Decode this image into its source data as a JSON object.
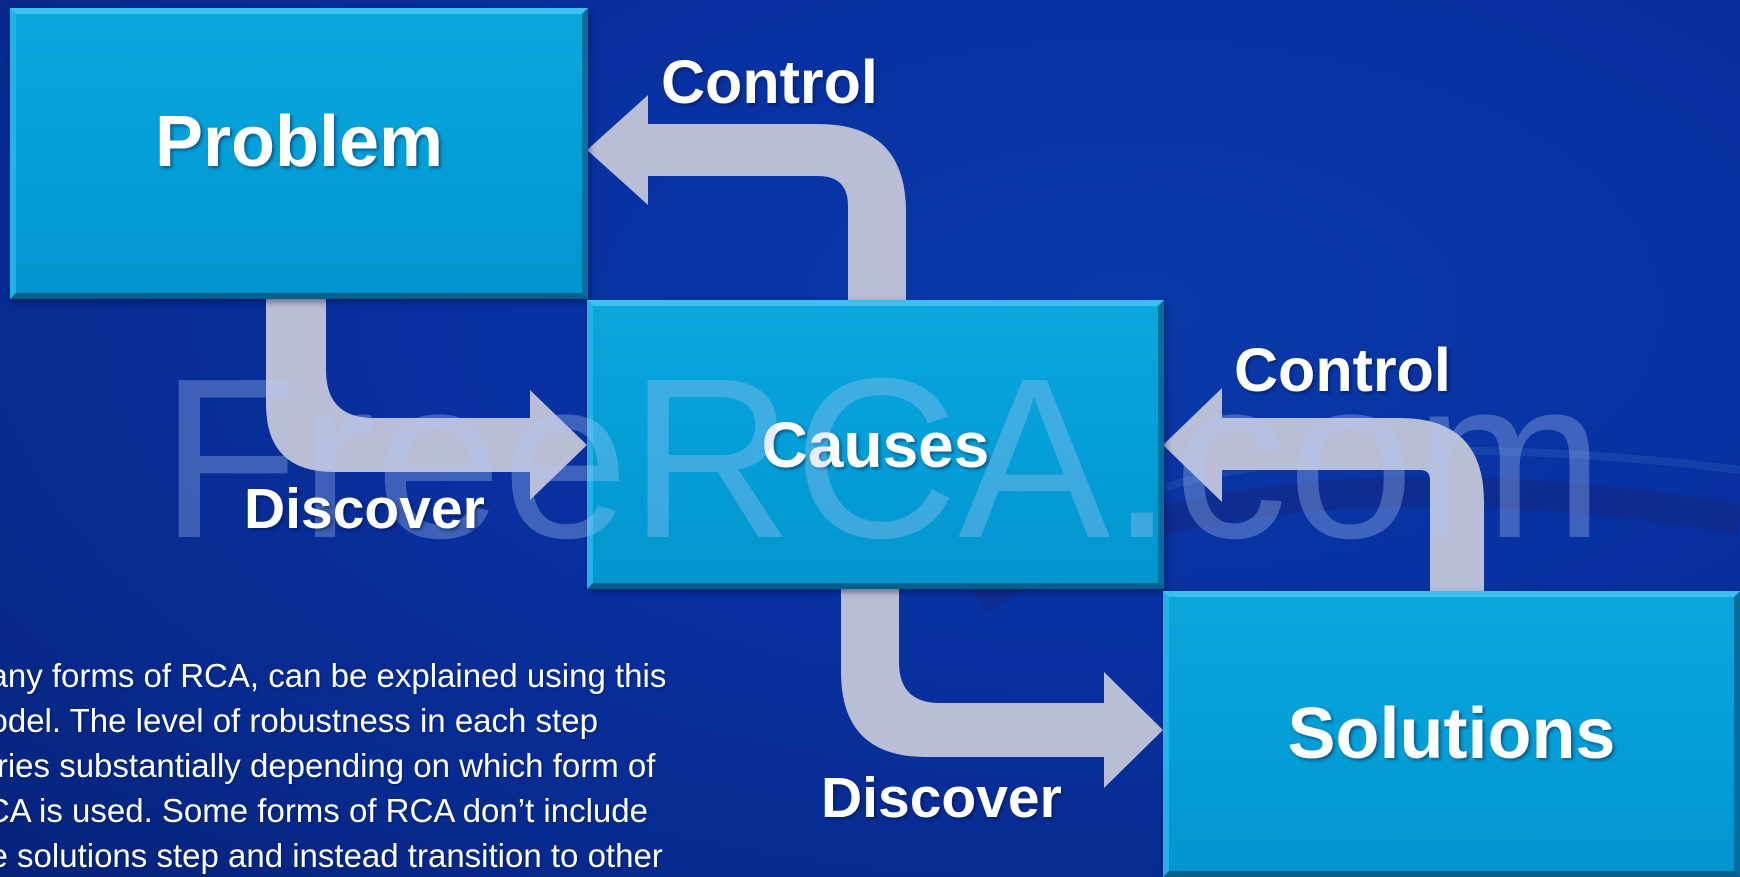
{
  "diagram": {
    "boxes": [
      {
        "id": "problem",
        "label": "Problem"
      },
      {
        "id": "causes",
        "label": "Causes"
      },
      {
        "id": "solutions",
        "label": "Solutions"
      }
    ],
    "arrows": [
      {
        "from": "problem",
        "to": "causes",
        "label": "Discover"
      },
      {
        "from": "causes",
        "to": "problem",
        "label": "Control"
      },
      {
        "from": "causes",
        "to": "solutions",
        "label": "Discover"
      },
      {
        "from": "solutions",
        "to": "causes",
        "label": "Control"
      }
    ]
  },
  "labels": {
    "control_top": "Control",
    "control_right": "Control",
    "discover_left": "Discover",
    "discover_bottom": "Discover"
  },
  "watermark": "FreeRCA.com",
  "caption_lines": [
    "Many forms of RCA, can be explained using this",
    "model.  The level of robustness in each step",
    "varies substantially depending on which form of",
    "RCA is used.  Some forms of RCA don’t include",
    "the solutions step and instead transition to other"
  ],
  "colors": {
    "background": "#0830a0",
    "box_fill": "#05a0d8",
    "arrow_fill": "#b9bdd6",
    "text": "#ffffff"
  }
}
